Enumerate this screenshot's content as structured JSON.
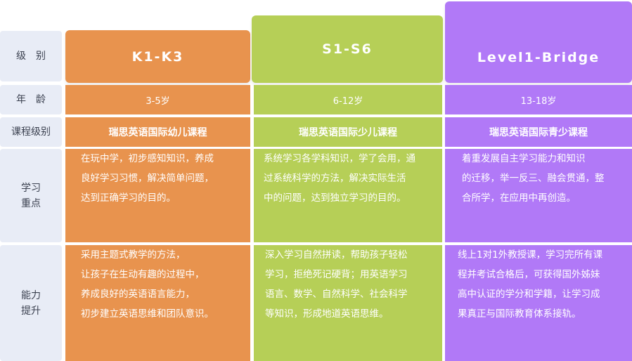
{
  "labels": {
    "level": "级　别",
    "age": "年　龄",
    "course_level": "课程级别",
    "focus": [
      "学习",
      "重点"
    ],
    "ability": [
      "能力",
      "提升"
    ]
  },
  "columns": [
    {
      "level": "K1-K3",
      "age": "3-5岁",
      "course": "瑞思英语国际幼儿课程",
      "focus": [
        "在玩中学，初步感知知识，养成",
        "良好学习习惯，解决简单问题，",
        "达到正确学习的目的。"
      ],
      "ability": [
        "采用主题式教学的方法，",
        "让孩子在生动有趣的过程中，",
        "养成良好的英语语言能力，",
        "初步建立英语思维和团队意识。"
      ]
    },
    {
      "level": "S1-S6",
      "age": "6-12岁",
      "course": "瑞思英语国际少儿课程",
      "focus": [
        "系统学习各学科知识，学了会用，通",
        "过系统科学的方法，解决实际生活",
        "中的问题，达到独立学习的目的。"
      ],
      "ability": [
        "深入学习自然拼读，帮助孩子轻松",
        "学习，拒绝死记硬背；用英语学习",
        "语言、数学、自然科学、社会科学",
        "等知识，形成地道英语思维。"
      ]
    },
    {
      "level": "Level1-Bridge",
      "age": "13-18岁",
      "course": "瑞思英语国际青少课程",
      "focus": [
        "着重发展自主学习能力和知识",
        "的迁移，举一反三、融会贯通，整",
        "合所学，在应用中再创造。"
      ],
      "ability": [
        "线上1对1外教授课，学习完所有课",
        "程并考试合格后，可获得国外姊妹",
        "高中认证的学分和学籍，让学习成",
        "果真正与国际教育体系接轨。"
      ]
    }
  ],
  "colors": {
    "orange": "#e8934e",
    "green": "#b6cf57",
    "purple": "#b179f7",
    "label_bg": "#e8ecf6"
  }
}
